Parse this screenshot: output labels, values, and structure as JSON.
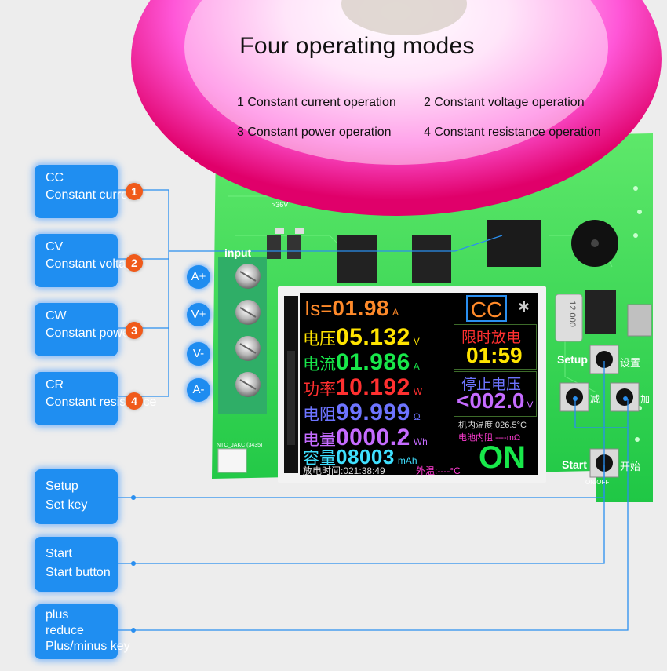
{
  "header": {
    "title": "Four operating modes",
    "modes": [
      "1 Constant current operation",
      "2 Constant voltage operation",
      "3 Constant power operation",
      "4 Constant resistance operation"
    ]
  },
  "callouts": [
    {
      "badge": "1",
      "code": "CC",
      "desc": "Constant current"
    },
    {
      "badge": "2",
      "code": "CV",
      "desc": "Constant voltage"
    },
    {
      "badge": "3",
      "code": "CW",
      "desc": "Constant power"
    },
    {
      "badge": "4",
      "code": "CR",
      "desc": "Constant resistance"
    }
  ],
  "terminals": [
    "A+",
    "V+",
    "V-",
    "A-"
  ],
  "board": {
    "input_label": "input",
    "ntc_label": "NTC_JAKC (3435)",
    "crystal": "12.000",
    "setup_label": "Setup",
    "setup_cn": "设置",
    "start_label": "Start",
    "start_cn": "开始",
    "minus_cn": "减",
    "plus_cn": "加",
    "onoff": "ON/OFF",
    "voltage_mark": ">36V"
  },
  "lcd": {
    "set_label": "Is=",
    "set_value": "01.98",
    "set_unit": "A",
    "mode": "CC",
    "bluetooth": "bluetooth-icon",
    "rows": [
      {
        "label": "电压",
        "value": "05.132",
        "unit": "V",
        "color": "#ffe400"
      },
      {
        "label": "电流",
        "value": "01.986",
        "unit": "A",
        "color": "#18e84a"
      },
      {
        "label": "功率",
        "value": "10.192",
        "unit": "W",
        "color": "#ff3030"
      },
      {
        "label": "电阻",
        "value": "99.999",
        "unit": "Ω",
        "color": "#6d74ff"
      },
      {
        "label": "电量",
        "value": "0000.2",
        "unit": "Wh",
        "color": "#c56bff"
      },
      {
        "label": "容量",
        "value": "08003",
        "unit": "mAh",
        "color": "#3fe0ff"
      }
    ],
    "timer_label": "限时放电",
    "timer_value": "01:59",
    "stop_label": "停止电压",
    "stop_value": "<002.0",
    "stop_unit": "V",
    "temp_text": "机内温度:026.5°C",
    "battery_text": "电池内阻:----mΩ",
    "state": "ON",
    "discharge_time": "放电时间:021:38:49",
    "ext_temp": "外温:----°C"
  },
  "bottom_callouts": [
    {
      "line1": "Setup",
      "line2": "Set key",
      "line3": ""
    },
    {
      "line1": "Start",
      "line2": "Start button",
      "line3": ""
    },
    {
      "line1": "plus",
      "line2": "reduce",
      "line3": "Plus/minus key"
    }
  ],
  "colors": {
    "callout_blue": "#1f8ef1",
    "badge_orange": "#f05a1a",
    "pcb_green": "#27d64a",
    "glow_pink": "#ff3bd2"
  }
}
